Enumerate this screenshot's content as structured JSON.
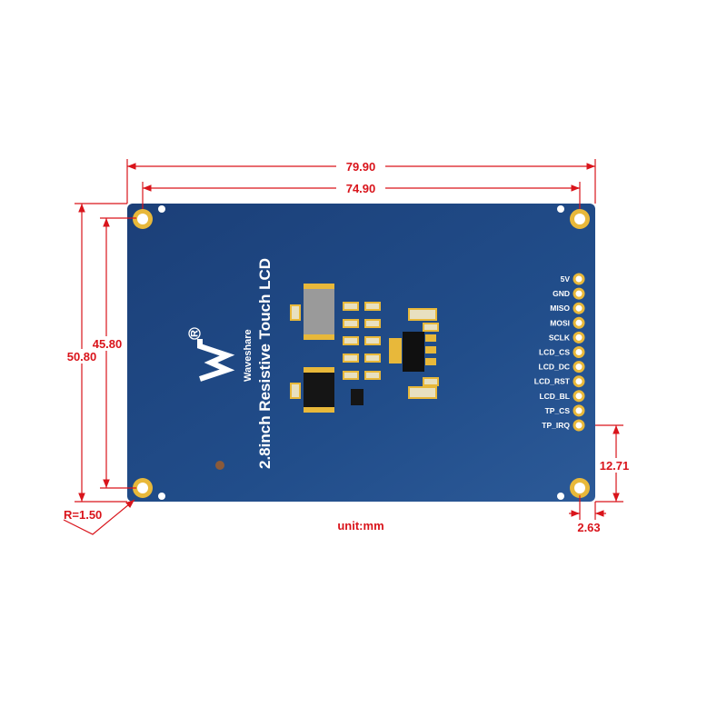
{
  "dimensions": {
    "total_width": "79.90",
    "hole_spacing_x": "74.90",
    "total_height": "50.80",
    "hole_spacing_y": "45.80",
    "corner_radius": "R=1.50",
    "pin_offset_y": "12.71",
    "pin_offset_x": "2.63",
    "unit": "unit:mm"
  },
  "board": {
    "title": "2.8inch Resistive Touch LCD",
    "brand": "Waveshare",
    "registered_mark": "R",
    "pins": [
      "5V",
      "GND",
      "MISO",
      "MOSI",
      "SCLK",
      "LCD_CS",
      "LCD_DC",
      "LCD_RST",
      "LCD_BL",
      "TP_CS",
      "TP_IRQ"
    ]
  },
  "colors": {
    "dimension": "#d9141b",
    "pcb": "#1f4a86",
    "pad": "#e8b83a"
  }
}
